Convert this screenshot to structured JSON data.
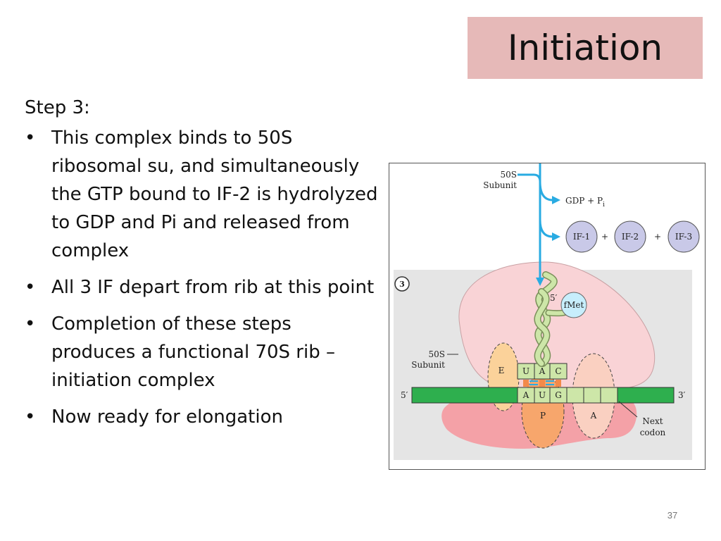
{
  "title": "Initiation",
  "step": "Step 3:",
  "bullets": [
    "This complex binds to 50S ribosomal su, and simultaneously the GTP bound to IF-2 is hydrolyzed to GDP and Pi and released from complex",
    "All 3 IF depart from rib at this point",
    "Completion of these steps produces a functional 70S rib – initiation complex",
    "Now ready for elongation"
  ],
  "bullet_glyph": "•",
  "slide_number": "37",
  "figure": {
    "subunit_top": [
      "50S",
      "Subunit"
    ],
    "gdp": "GDP + P",
    "gdp_sub": "i",
    "factors": [
      "IF-1",
      "IF-2",
      "IF-3"
    ],
    "plus": "+",
    "step_marker": "3",
    "five_prime_trna": "5′",
    "fmet": "fMet",
    "subunit_side": [
      "50S",
      "Subunit"
    ],
    "e_site": "E",
    "anticodon": [
      "U",
      "A",
      "C"
    ],
    "codon": [
      "A",
      "U",
      "G"
    ],
    "p_site": "P",
    "a_site": "A",
    "mrna_5": "5′",
    "mrna_3": "3′",
    "next_codon": [
      "Next",
      "codon"
    ]
  },
  "colors": {
    "title_bg": "#e6b9b8",
    "arrow": "#29abe2",
    "factor_fill": "#c9c9e8",
    "mrna": "#2eaf4e",
    "large_subunit": "#f9d3d6",
    "small_subunit": "#f4a1a7",
    "panel_bg": "#e5e5e5"
  }
}
